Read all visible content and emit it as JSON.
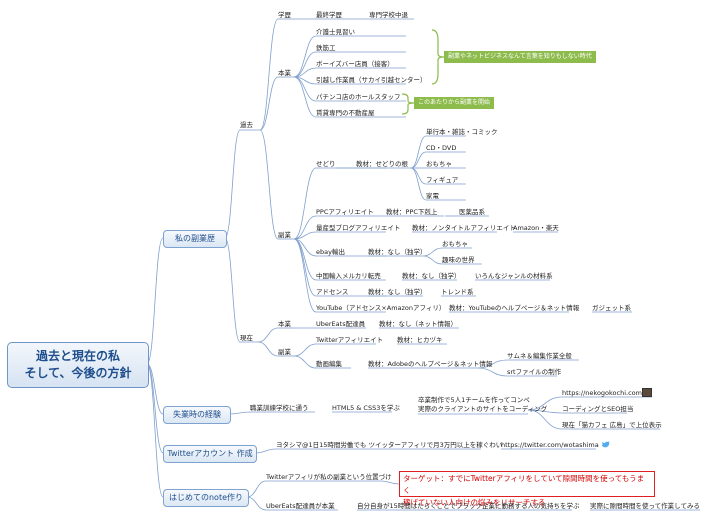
{
  "root": {
    "line1": "過去と現在の私",
    "line2": "そして、今後の方針"
  },
  "categories": {
    "side_history": "私の副業歴",
    "job_hunting": "失業時の経験",
    "twitter": "Twitterアカウント 作成",
    "note_first": "はじめてのnote作り"
  },
  "past": {
    "label": "過去",
    "education": {
      "label": "学歴",
      "last": "最終学歴",
      "value": "専門学校中退"
    },
    "main_job": {
      "label": "本業",
      "items": [
        "介護士見習い",
        "鉄筋工",
        "ボーイズバー店員（接客）",
        "引越し作業員（サカイ引越センター）",
        "パチンコ店のホールスタッフ",
        "賃貸専門の不動産屋"
      ],
      "note1": "副業やネットビジネスなんて言葉を知りもしない時代",
      "note2": "このあたりから副業を開始"
    },
    "side": {
      "label": "副業",
      "sedori": "せどり",
      "sedori_material": "教材：せどりの根",
      "sedori_items": [
        "単行本・雑誌・コミック",
        "CD・DVD",
        "おもちゃ",
        "フィギュア",
        "家電"
      ],
      "ppc": "PPCアフィリエイト",
      "ppc_material": "教材：PPC下剋上",
      "ppc_genre": "医薬品系",
      "blog": "量産型ブログアフィリエイト",
      "blog_material": "教材：ノンタイトルアフィリエイト",
      "blog_genre": "Amazon・楽天",
      "ebay": "ebay輸出",
      "ebay_material": "教材：なし（独学）",
      "ebay_items": [
        "おもちゃ",
        "趣味の世界"
      ],
      "china": "中国輸入メルカリ転売",
      "china_material": "教材：なし（独学）",
      "china_genre": "いろんなジャンルの材料系",
      "adsense": "アドセンス",
      "adsense_material": "教材：なし（独学）",
      "adsense_genre": "トレンド系",
      "youtube": "YouTube（アドセンス×Amazonアフィリ）",
      "youtube_material": "教材：YouTubeのヘルプページ＆ネット情報",
      "youtube_genre": "ガジェット系"
    }
  },
  "now": {
    "label": "現在",
    "main_job": {
      "label": "本業",
      "value": "UberEats配達員",
      "material": "教材：なし（ネット情報）"
    },
    "side": {
      "label": "副業",
      "twitter_affi": "Twitterアフィリエイト",
      "twitter_material": "教材：ヒカヅキ",
      "video": "動画編集",
      "video_material": "教材：Adobeのヘルプページ＆ネット情報",
      "video_items": [
        "サムネ＆編集作業全般",
        "srtファイルの制作"
      ]
    }
  },
  "job_hunting": {
    "school": "職業訓練学校に通う",
    "course": "HTML5 & CSS3を学ぶ",
    "detail_line1": "卒業制作で5人1チームを作ってコンペ",
    "detail_line2": "実際のクライアントのサイトをコーディング",
    "url": "https://nekogokochi.com/",
    "roles": [
      "コーディングとSEO担当",
      "現在「猫カフェ 広島」で上位表示"
    ]
  },
  "twitter": {
    "text": "ヨタシマ@1日15時間労働でも ツイッターアフィリで月3万円以上を稼ぐわい",
    "url": "https://twitter.com/wotashima"
  },
  "note": {
    "item1": "Twitterアフィリが私の副業という位置づけ",
    "target_line1": "ターゲット：すでにTwitterアフィリをしていて隙間時間を使ってもうまく",
    "target_line2": "稼げていない人向けの悩みをリサーチする",
    "item2": "UberEats配達員が本業",
    "item2_detail": "自分自身が15時間はたらくことでブラック企業に勤務する人の気持ちを学ぶ",
    "item2_end": "実際に隙間時間を使って作業してみる"
  },
  "colors": {
    "line": "#7f9fcc",
    "note_bg": "#8dbb4c",
    "bracket": "#8dbb4c",
    "target": "#e02020"
  }
}
